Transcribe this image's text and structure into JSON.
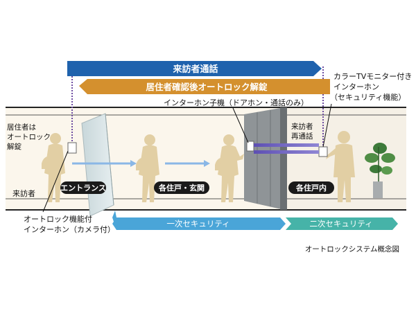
{
  "arrows": {
    "visitor_call": "来訪者通話",
    "resident_unlock": "居住者確認後オートロック解錠"
  },
  "labels": {
    "intercom_child": "インターホン子機（ドアホン・通話のみ）",
    "color_tv_line1": "カラーTVモニター付き",
    "color_tv_line2": "インターホン",
    "color_tv_line3": "（セキュリティ機能）",
    "resident_line1": "居住者は",
    "resident_line2": "オートロック",
    "resident_line3": "解錠",
    "visitor": "来訪者",
    "recall_line1": "来訪者",
    "recall_line2": "再通話",
    "autolock_line1": "オートロック機能付",
    "autolock_line2": "インターホン（カメラ付）",
    "caption": "オートロックシステム概念図"
  },
  "zones": {
    "entrance": "エントランス",
    "front_door": "各住戸・玄関",
    "unit_inside": "各住戸内"
  },
  "security": {
    "primary": "一次セキュリティ",
    "secondary": "二次セキュリティ"
  },
  "colors": {
    "blue_arrow": "#1f62ad",
    "orange_arrow": "#d4902e",
    "primary_security": "#4aa5d8",
    "secondary_security": "#46b3a8",
    "purple_line": "#7b6fc3",
    "label_black": "#111111"
  }
}
